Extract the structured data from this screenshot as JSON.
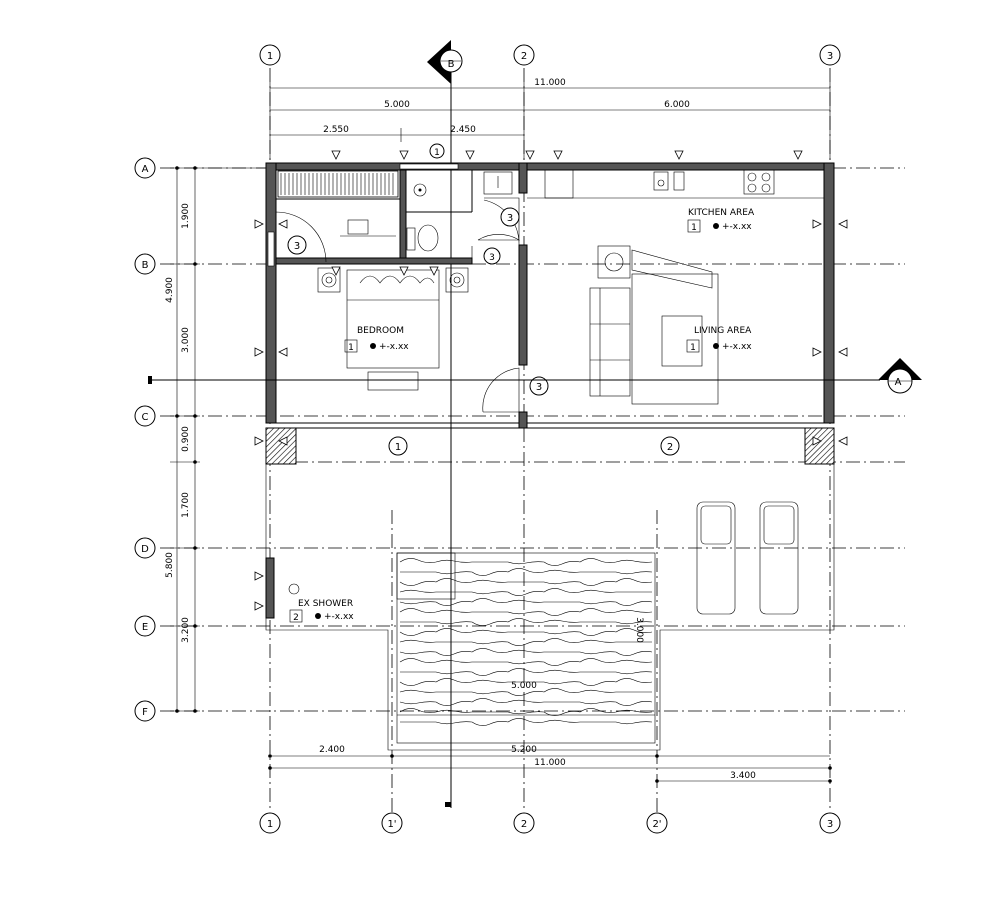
{
  "dimensions": {
    "top_total": "11.000",
    "top_left": "5.000",
    "top_right": "6.000",
    "top_sub_left": "2.550",
    "top_sub_right": "2.450",
    "bottom_left": "2.400",
    "bottom_pool": "5.200",
    "bottom_total": "11.000",
    "bottom_right": "3.400",
    "pool_width": "5.000",
    "pool_depth": "3.000",
    "left_total_upper": "4.900",
    "left_ab": "1.900",
    "left_bc": "3.000",
    "left_cd_a": "0.900",
    "left_cd_b": "1.700",
    "left_total_lower": "5.800",
    "left_ef": "3.200"
  },
  "grid": {
    "columns_top": [
      "1",
      "2",
      "3"
    ],
    "columns_bottom": [
      "1",
      "1'",
      "2",
      "2'",
      "3"
    ],
    "rows": [
      "A",
      "B",
      "C",
      "D",
      "E",
      "F"
    ]
  },
  "sections": {
    "b": "B",
    "a": "A"
  },
  "rooms": {
    "kitchen": {
      "name": "KITCHEN AREA",
      "tag": "1",
      "level": "+-x.xx"
    },
    "bedroom": {
      "name": "BEDROOM",
      "tag": "1",
      "level": "+-x.xx"
    },
    "living": {
      "name": "LIVING AREA",
      "tag": "1",
      "level": "+-x.xx"
    },
    "shower": {
      "name": "EX SHOWER",
      "tag": "2",
      "level": "+-x.xx"
    }
  },
  "markers": {
    "door_3": "3",
    "window_1": "1",
    "window_2": "2",
    "tag_1": "1",
    "tag_2": "2"
  }
}
